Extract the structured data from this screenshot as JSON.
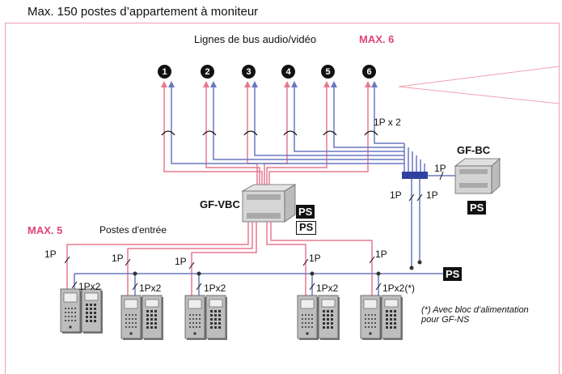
{
  "title": "Max. 150 postes d’appartement à moniteur",
  "bus_lines_label": "Lignes de bus audio/vidéo",
  "max_lines": "MAX. 6",
  "line_numbers": [
    "1",
    "2",
    "3",
    "4",
    "5",
    "6"
  ],
  "pair_label_top": "1P x 2",
  "gf_vbc_label": "GF-VBC",
  "gf_bc_label": "GF-BC",
  "ps_label": "PS",
  "max_entry": "MAX. 5",
  "entry_label": "Postes d'entrée",
  "wire_1p": "1P",
  "wire_1px2": "1Px2",
  "wire_1px2_star": "1Px2(*)",
  "note": "(*) Avec bloc d’alimentation pour GF-NS",
  "colors": {
    "red_wire": "#e87990",
    "blue_wire": "#6878c0",
    "pink_text": "#e0457b",
    "frame": "#f0a0b0"
  }
}
